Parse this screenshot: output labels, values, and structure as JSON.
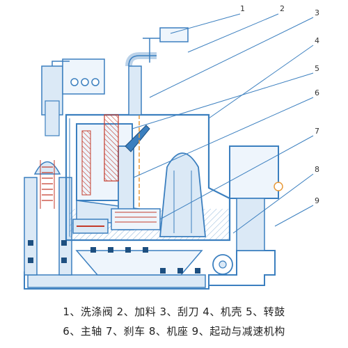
{
  "callout_numbers": [
    "1",
    "2",
    "3",
    "4",
    "5",
    "6",
    "7",
    "8",
    "9"
  ],
  "caption": {
    "line1": "1、洗涤阀 2、加料 3、刮刀 4、机壳 5、转鼓",
    "line2": "6、主轴 7、刹车 8、机座 9、起动与减速机构"
  },
  "colors": {
    "line": "#3b7fbf",
    "fill": "#dbe9f6",
    "light": "#eef5fc",
    "accent": "#e89a3a",
    "hatch": "#c43a2a",
    "dark": "#1d4f80"
  }
}
